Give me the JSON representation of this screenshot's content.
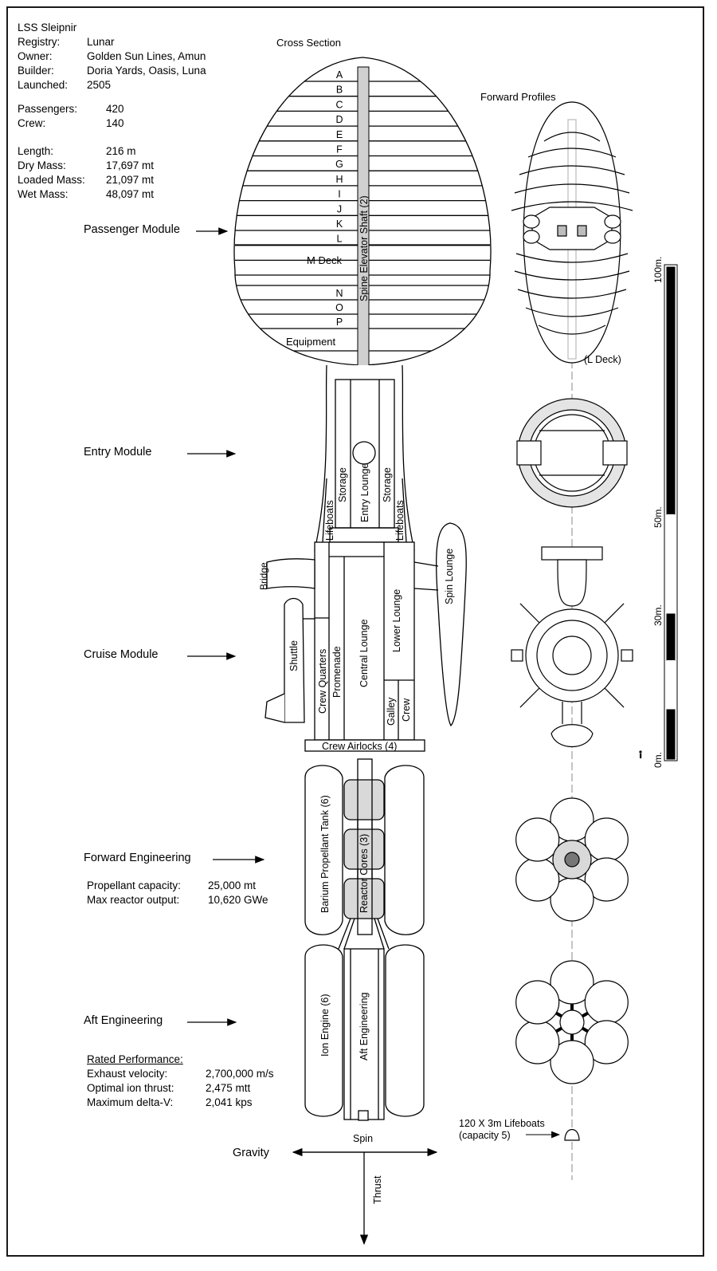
{
  "ship": {
    "name": "LSS Sleipnir",
    "specs": [
      {
        "key": "Registry:",
        "value": "Lunar"
      },
      {
        "key": "Owner:",
        "value": "Golden Sun Lines, Amun"
      },
      {
        "key": "Builder:",
        "value": "Doria Yards, Oasis, Luna"
      },
      {
        "key": "Launched:",
        "value": "2505"
      }
    ],
    "crew": [
      {
        "key": "Passengers:",
        "value": "420"
      },
      {
        "key": "Crew:",
        "value": "140"
      }
    ],
    "mass": [
      {
        "key": "Length:",
        "value": "216 m"
      },
      {
        "key": "Dry Mass:",
        "value": "17,697 mt"
      },
      {
        "key": "Loaded Mass:",
        "value": "21,097 mt"
      },
      {
        "key": "Wet Mass:",
        "value": "48,097 mt"
      }
    ]
  },
  "headings": {
    "cross_section": "Cross Section",
    "forward_profiles": "Forward Profiles"
  },
  "modules": {
    "passenger": "Passenger Module",
    "entry": "Entry Module",
    "cruise": "Cruise Module",
    "forward_eng": "Forward Engineering",
    "aft_eng": "Aft Engineering"
  },
  "forward_eng_stats": [
    {
      "key": "Propellant capacity:",
      "value": "25,000 mt"
    },
    {
      "key": "Max reactor output:",
      "value": "10,620 GWe"
    }
  ],
  "performance": {
    "title": "Rated Performance:",
    "rows": [
      {
        "key": "Exhaust velocity:",
        "value": "2,700,000 m/s"
      },
      {
        "key": "Optimal ion thrust:",
        "value": "2,475 mtt"
      },
      {
        "key": "Maximum delta-V:",
        "value": "2,041 kps"
      }
    ]
  },
  "decks": [
    "A",
    "B",
    "C",
    "D",
    "E",
    "F",
    "G",
    "H",
    "I",
    "J",
    "K",
    "L"
  ],
  "decks_lower": [
    "N",
    "O",
    "P"
  ],
  "section_labels": {
    "m_deck": "M Deck",
    "equipment": "Equipment",
    "spine_elevator": "Spine Elevator Shaft (2)",
    "storage_left": "Storage",
    "storage_right": "Storage",
    "entry_lounge": "Entry Lounge",
    "lifeboats_left": "Lifeboats",
    "lifeboats_right": "Lifeboats",
    "bridge": "Bridge",
    "shuttle": "Shuttle",
    "crew_quarters": "Crew Quarters",
    "promenade": "Promenade",
    "central_lounge": "Central Lounge",
    "lower_lounge": "Lower Lounge",
    "galley": "Galley",
    "crew_room": "Crew",
    "spin_lounge": "Spin Lounge",
    "crew_airlocks": "Crew Airlocks (4)",
    "barium_tank": "Barium Propellant Tank (6)",
    "reactor_cores": "Reactor Cores (3)",
    "ion_engine": "Ion Engine (6)",
    "aft_engineering": "Aft Engineering"
  },
  "profile_labels": {
    "l_deck": "(L Deck)",
    "lifeboats_note_1": "120 X 3m Lifeboats",
    "lifeboats_note_2": "(capacity 5)"
  },
  "scale": {
    "labels": [
      "100m.",
      "50m.",
      "30m.",
      "0m."
    ]
  },
  "vectors": {
    "gravity": "Gravity",
    "spin": "Spin",
    "thrust": "Thrust"
  },
  "colors": {
    "line": "#000000",
    "shaft": "#d0d0d0",
    "reactor": "#d9d9d9",
    "frame": "#1a1a1a"
  }
}
